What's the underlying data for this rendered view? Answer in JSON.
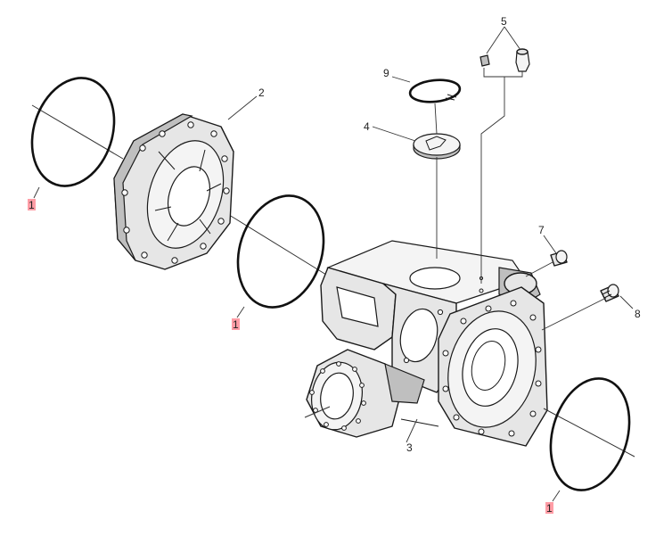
{
  "callouts": {
    "c1_top": "1",
    "c1_mid": "1",
    "c1_bottom": "1",
    "c2": "2",
    "c3": "3",
    "c4": "4",
    "c5": "5",
    "c7": "7",
    "c8": "8",
    "c9": "9"
  },
  "colors": {
    "highlight": "#ff9da6",
    "line": "#1a1a1a",
    "fill": "#e6e6e6"
  }
}
